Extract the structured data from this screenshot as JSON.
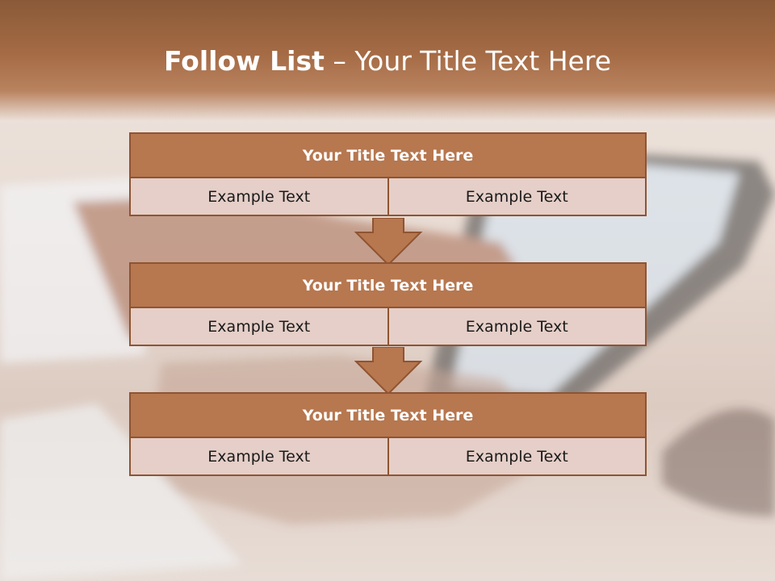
{
  "slide": {
    "title_bold": "Follow List",
    "title_dash": " – ",
    "title_rest": "Your Title Text Here"
  },
  "blocks": [
    {
      "title": "Your Title Text Here",
      "left": "Example Text",
      "right": "Example Text"
    },
    {
      "title": "Your Title Text Here",
      "left": "Example Text",
      "right": "Example Text"
    },
    {
      "title": "Your Title Text Here",
      "left": "Example Text",
      "right": "Example Text"
    }
  ],
  "colors": {
    "header_fill": "#b7774f",
    "border": "#8f5432",
    "cell_fill": "#e5cfc8",
    "banner": "#a56b45"
  }
}
